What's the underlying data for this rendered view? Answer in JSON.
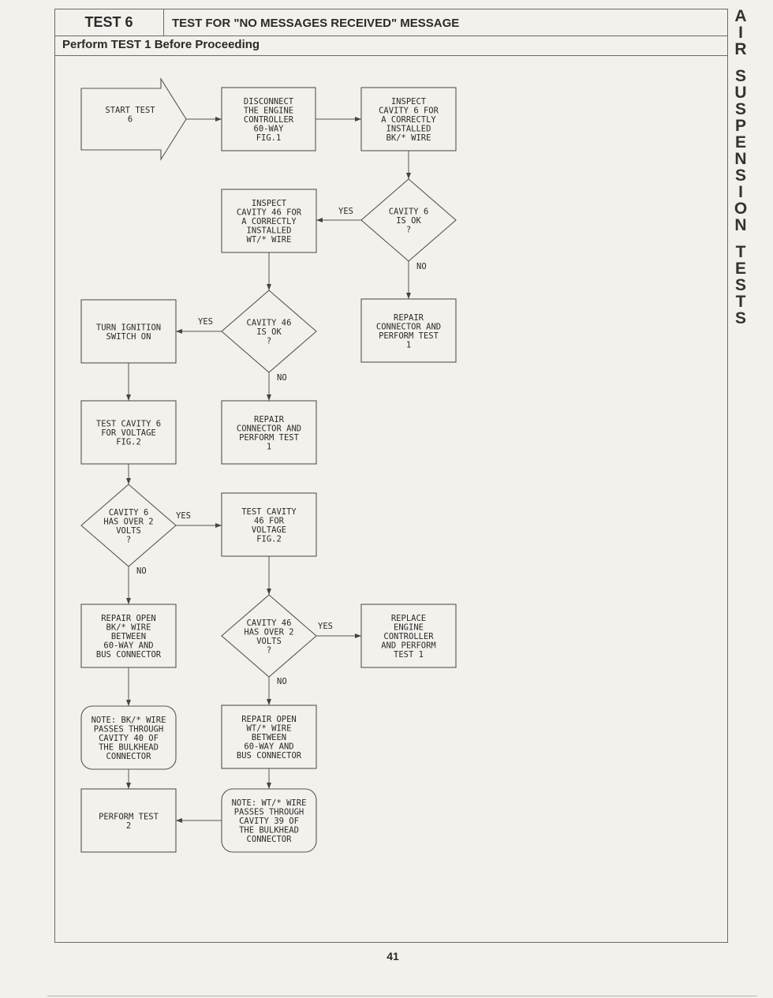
{
  "header": {
    "test_number": "TEST 6",
    "title": "TEST FOR \"NO MESSAGES RECEIVED\" MESSAGE",
    "prerequisite": "Perform TEST 1 Before Proceeding"
  },
  "side_title": [
    "A",
    "I",
    "R",
    "",
    "S",
    "U",
    "S",
    "P",
    "E",
    "N",
    "S",
    "I",
    "O",
    "N",
    "",
    "T",
    "E",
    "S",
    "T",
    "S"
  ],
  "page_number": "41",
  "flow": {
    "start": [
      "START TEST",
      "6"
    ],
    "disconnect": [
      "DISCONNECT",
      "THE ENGINE",
      "CONTROLLER",
      "60-WAY",
      "FIG.1"
    ],
    "inspect6": [
      "INSPECT",
      "CAVITY 6 FOR",
      "A CORRECTLY",
      "INSTALLED",
      "BK/* WIRE"
    ],
    "cav6ok": [
      "CAVITY 6",
      "IS OK",
      "?"
    ],
    "inspect46": [
      "INSPECT",
      "CAVITY 46 FOR",
      "A CORRECTLY",
      "INSTALLED",
      "WT/* WIRE"
    ],
    "repair1": [
      "REPAIR",
      "CONNECTOR AND",
      "PERFORM TEST",
      "1"
    ],
    "cav46ok": [
      "CAVITY 46",
      "IS OK",
      "?"
    ],
    "ignition": [
      "TURN IGNITION",
      "SWITCH ON"
    ],
    "repair2": [
      "REPAIR",
      "CONNECTOR AND",
      "PERFORM TEST",
      "1"
    ],
    "testcav6": [
      "TEST CAVITY 6",
      "FOR VOLTAGE",
      "FIG.2"
    ],
    "cav6volts": [
      "CAVITY 6",
      "HAS OVER 2",
      "VOLTS",
      "?"
    ],
    "testcav46": [
      "TEST CAVITY",
      "46 FOR",
      "VOLTAGE",
      "FIG.2"
    ],
    "repairbk": [
      "REPAIR OPEN",
      "BK/* WIRE",
      "BETWEEN",
      "60-WAY AND",
      "BUS CONNECTOR"
    ],
    "cav46volts": [
      "CAVITY 46",
      "HAS OVER 2",
      "VOLTS",
      "?"
    ],
    "replace": [
      "REPLACE",
      "ENGINE",
      "CONTROLLER",
      "AND PERFORM",
      "TEST 1"
    ],
    "notebk": [
      "NOTE: BK/* WIRE",
      "PASSES THROUGH",
      "CAVITY 40 OF",
      "THE BULKHEAD",
      "CONNECTOR"
    ],
    "repairwt": [
      "REPAIR OPEN",
      "WT/* WIRE",
      "BETWEEN",
      "60-WAY AND",
      "BUS CONNECTOR"
    ],
    "test2": [
      "PERFORM TEST",
      "2"
    ],
    "notewt": [
      "NOTE: WT/* WIRE",
      "PASSES THROUGH",
      "CAVITY 39 OF",
      "THE BULKHEAD",
      "CONNECTOR"
    ],
    "yes": "YES",
    "no": "NO"
  }
}
